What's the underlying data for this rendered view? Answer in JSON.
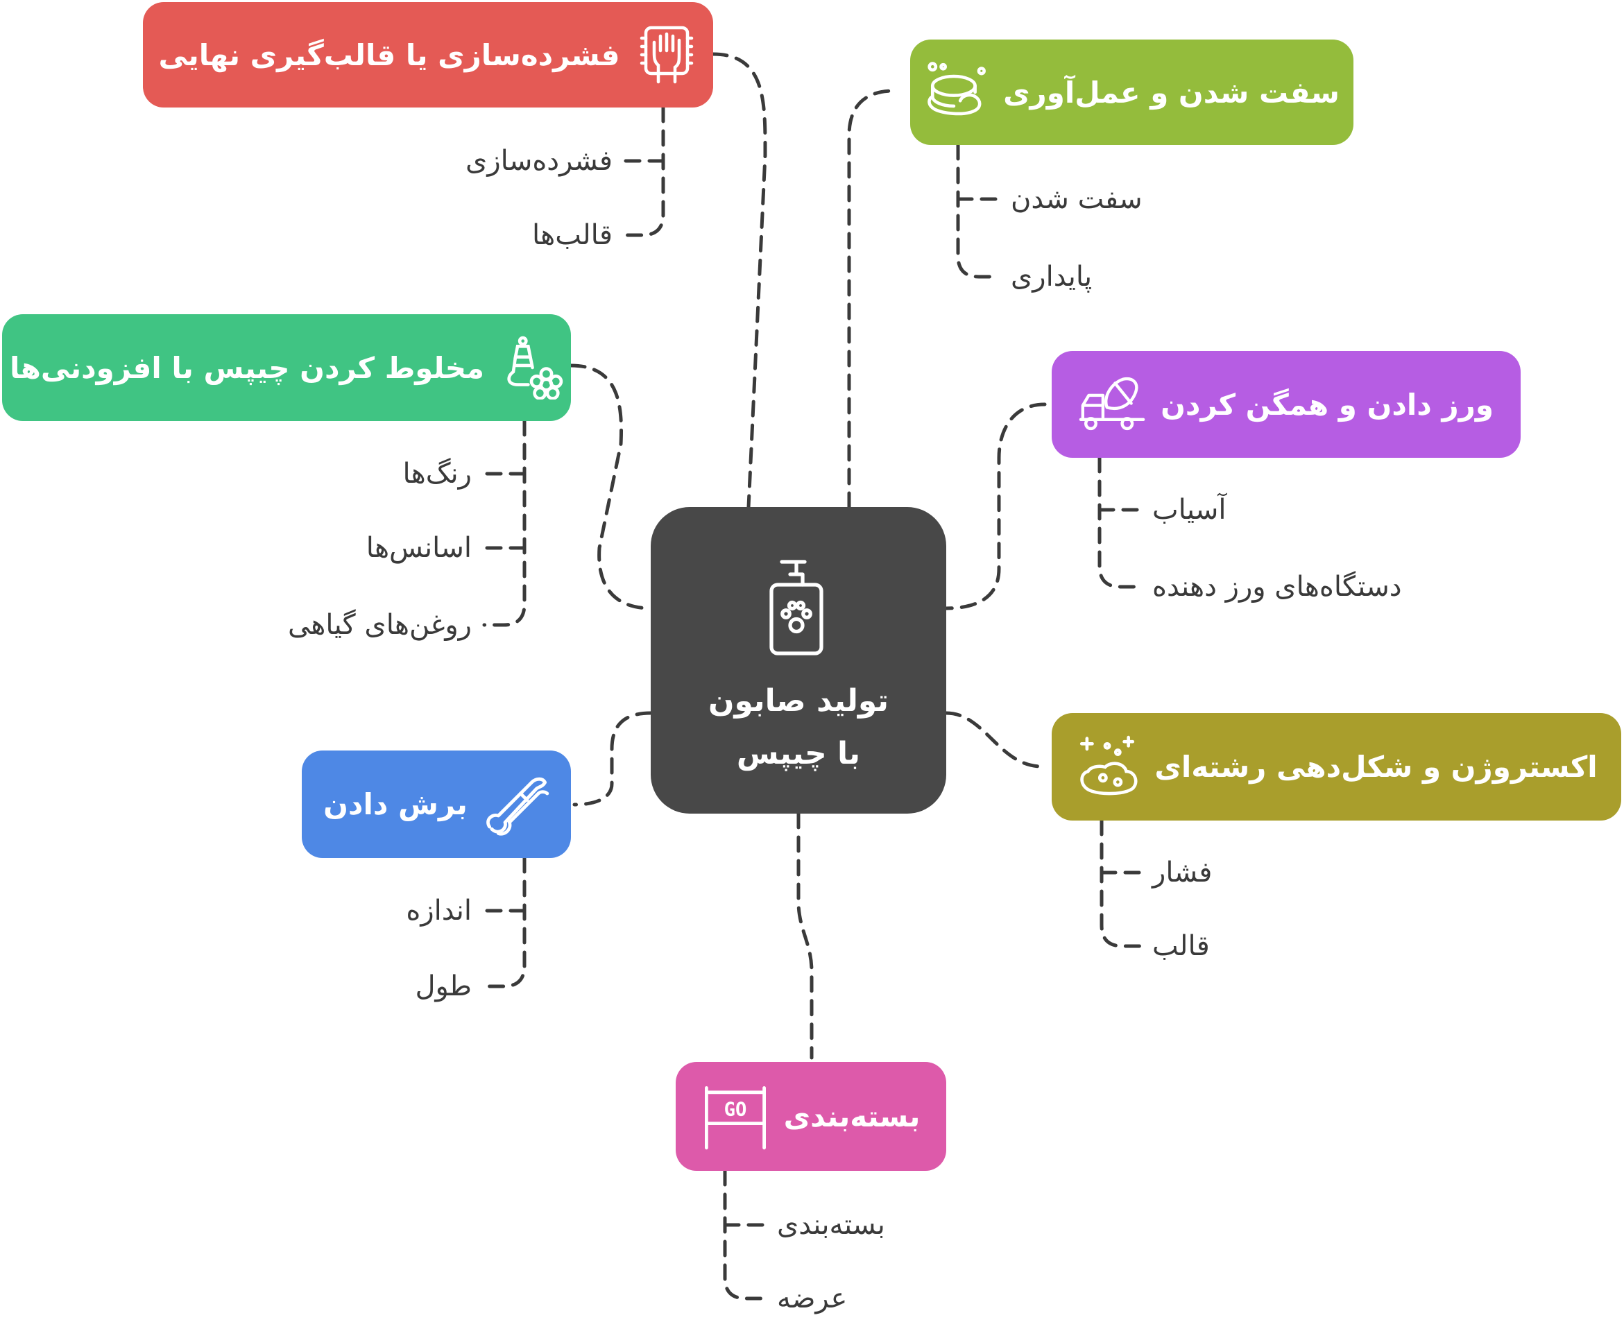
{
  "center": {
    "title_line1": "تولید صابون",
    "title_line2": "با چیپس",
    "icon": "soap-bottle-paw-icon",
    "color": "#484848"
  },
  "branches": [
    {
      "id": "compression",
      "title": "فشرده‌سازی یا قالب‌گیری نهایی",
      "icon": "hand-chip-icon",
      "color": "#E45A55",
      "items": [
        "فشرده‌سازی",
        "قالب‌ها"
      ]
    },
    {
      "id": "curing",
      "title": "سفت شدن و عمل‌آوری",
      "icon": "soap-bar-bubbles-icon",
      "color": "#94BC3C",
      "items": [
        "سفت شدن",
        "پایداری"
      ]
    },
    {
      "id": "mixing",
      "title": "مخلوط کردن چیپس با افزودنی‌ها",
      "icon": "flask-flower-icon",
      "color": "#40C483",
      "items": [
        "رنگ‌ها",
        "اسانس‌ها",
        "روغن‌های گیاهی"
      ]
    },
    {
      "id": "kneading",
      "title": "ورز دادن و همگن کردن",
      "icon": "cement-mixer-truck-icon",
      "color": "#B65DE3",
      "items": [
        "آسیاب",
        "دستگاه‌های ورز دهنده"
      ]
    },
    {
      "id": "extrusion",
      "title": "اکستروژن و شکل‌دهی رشته‌ای",
      "icon": "sparkle-blob-icon",
      "color": "#A99E2C",
      "items": [
        "فشار",
        "قالب"
      ]
    },
    {
      "id": "cutting",
      "title": "برش دادن",
      "icon": "scissors-icon",
      "color": "#4E88E5",
      "items": [
        "اندازه",
        "طول"
      ]
    },
    {
      "id": "packaging",
      "title": "بسته‌بندی",
      "icon": "go-sign-icon",
      "icon_text": "GO",
      "color": "#DD5AAA",
      "items": [
        "بسته‌بندی",
        "عرضه"
      ]
    }
  ],
  "line_color": "#3a3a3a"
}
